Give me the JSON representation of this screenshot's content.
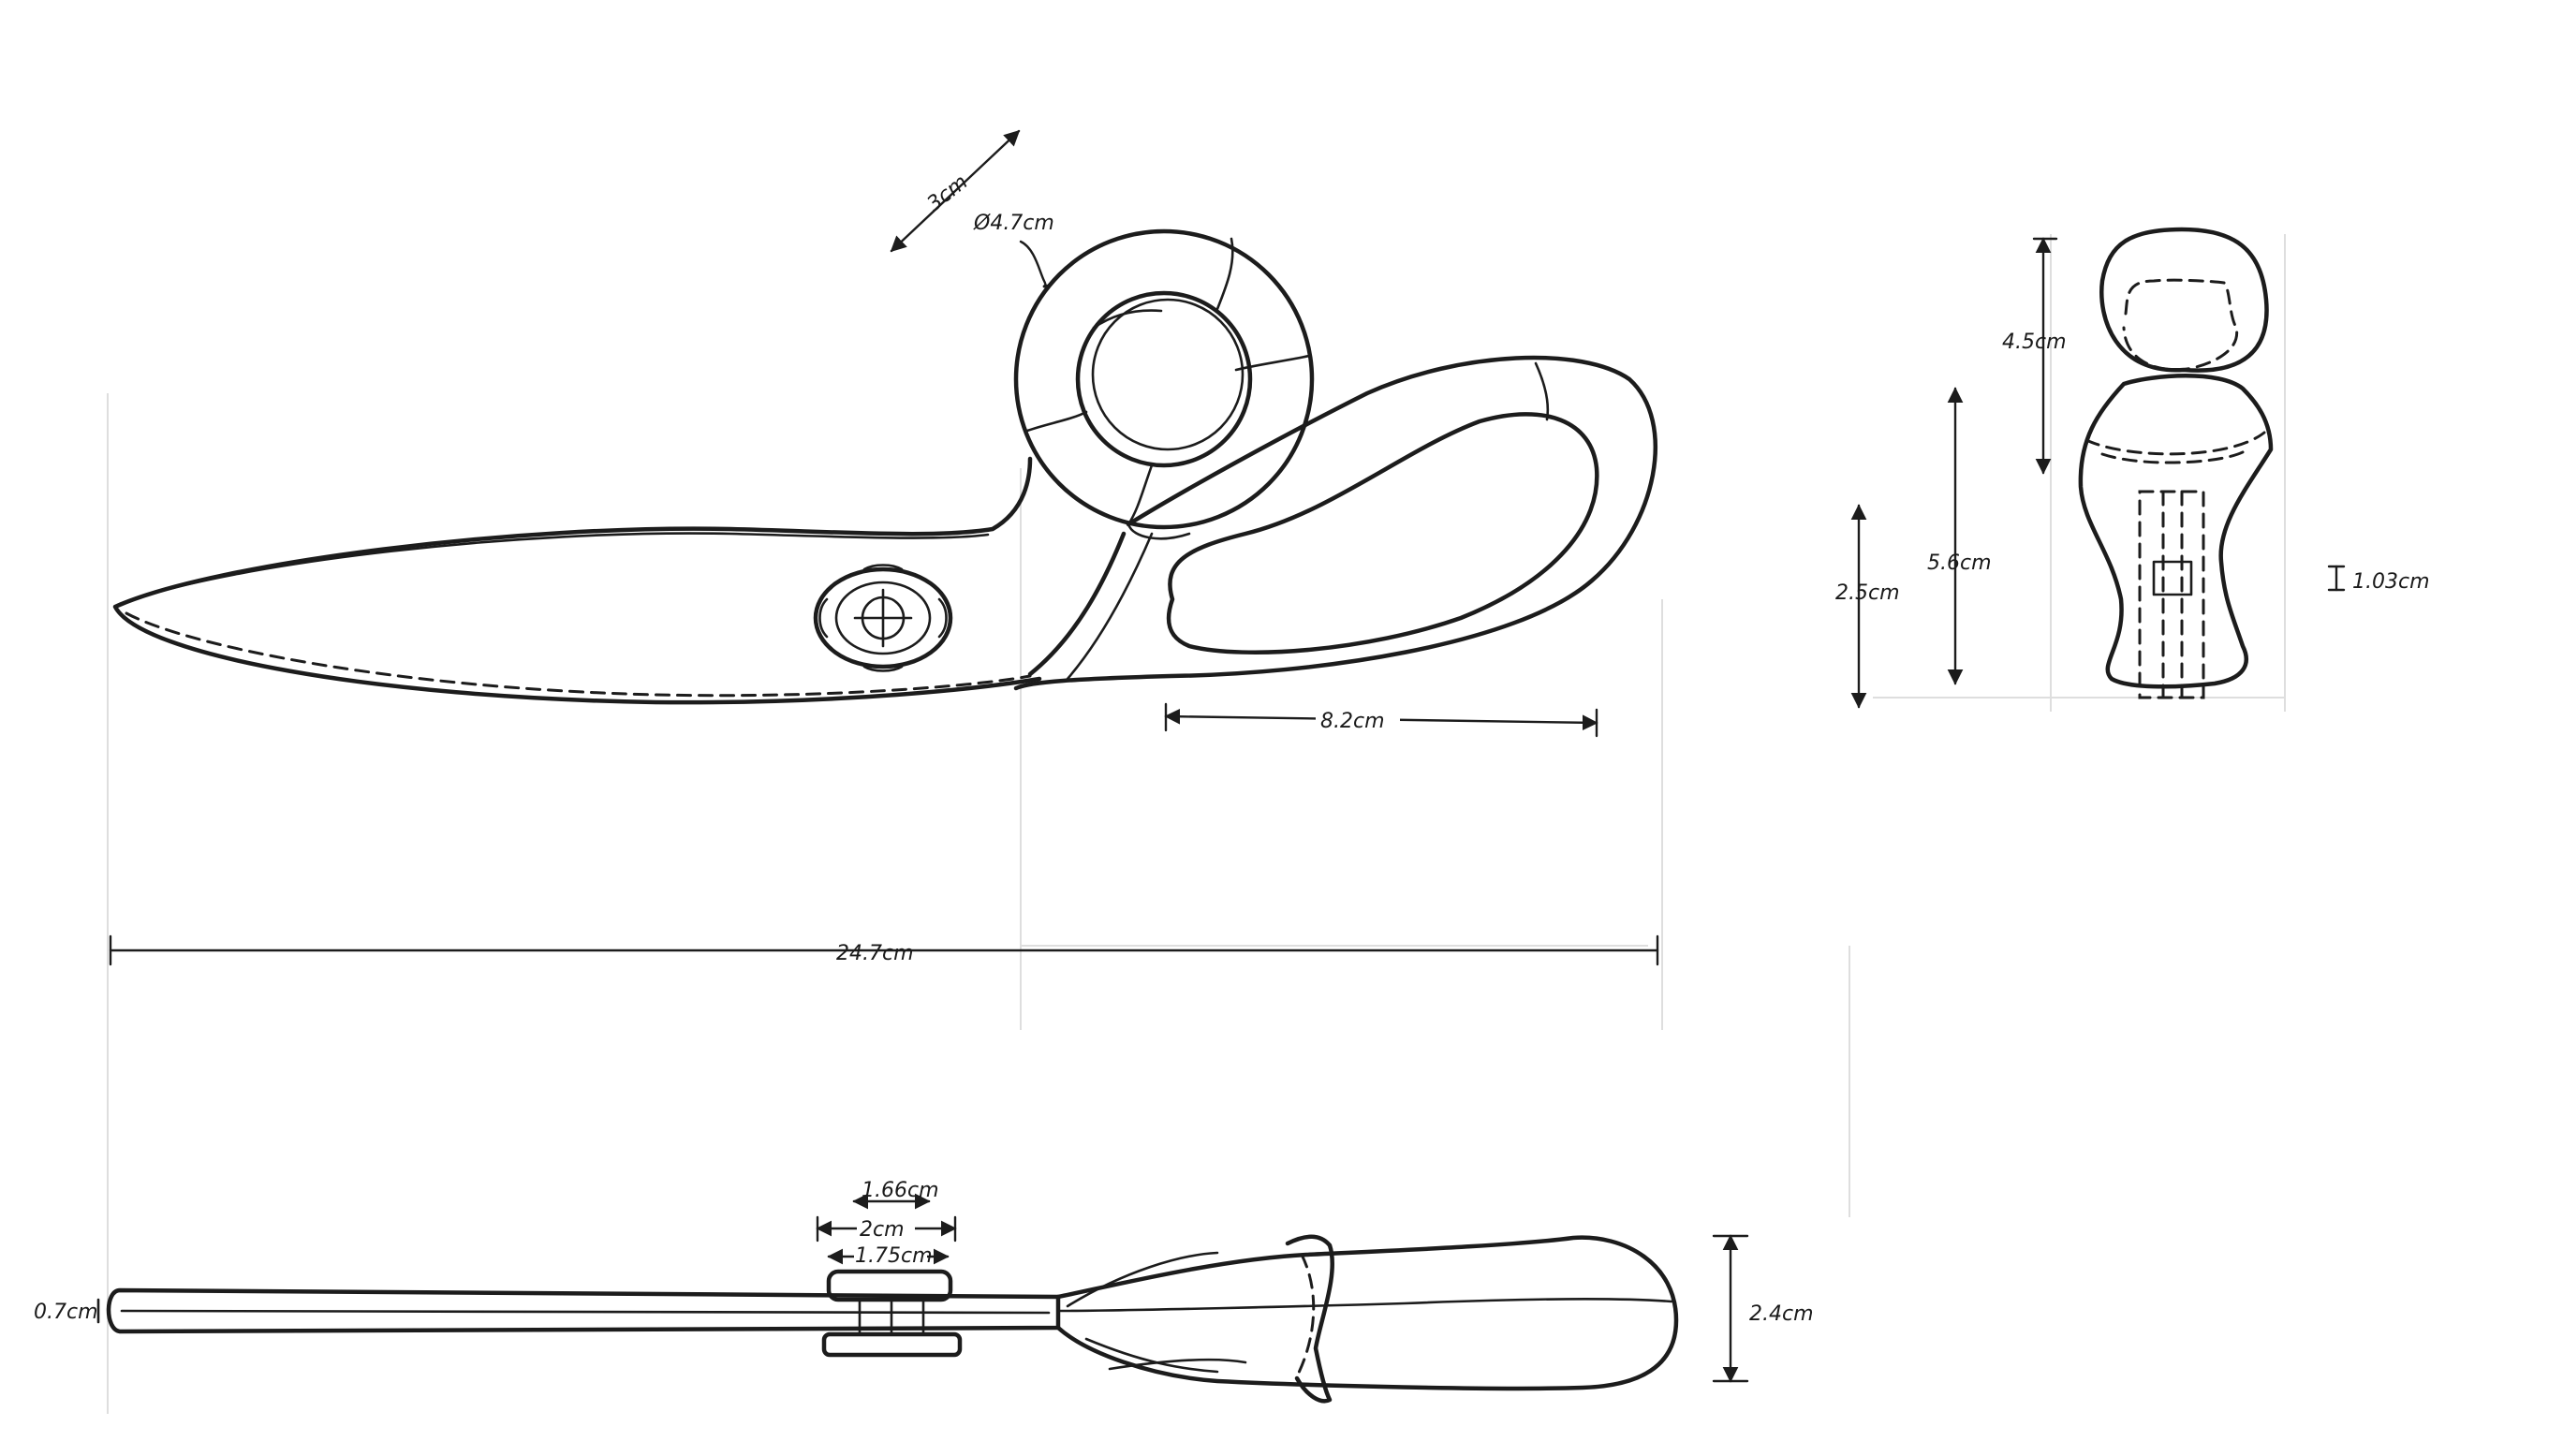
{
  "side_view": {
    "ring_thickness_label": "3cm",
    "ring_diameter_label": "Ø4.7cm",
    "handle_length_label": "8.2cm"
  },
  "top_view": {
    "overall_length_label": "24.7cm"
  },
  "end_view": {
    "upper_loop_height_label": "4.5cm",
    "grip_height_label": "5.6cm",
    "blade_height_label": "2.5cm",
    "section_width_label": "1.03cm"
  },
  "bottom_view": {
    "pivot_inner_label": "1.66cm",
    "pivot_cap_label": "2cm",
    "pivot_washer_label": "1.75cm",
    "blade_thickness_label": "0.7cm",
    "handle_thickness_label": "2.4cm"
  }
}
